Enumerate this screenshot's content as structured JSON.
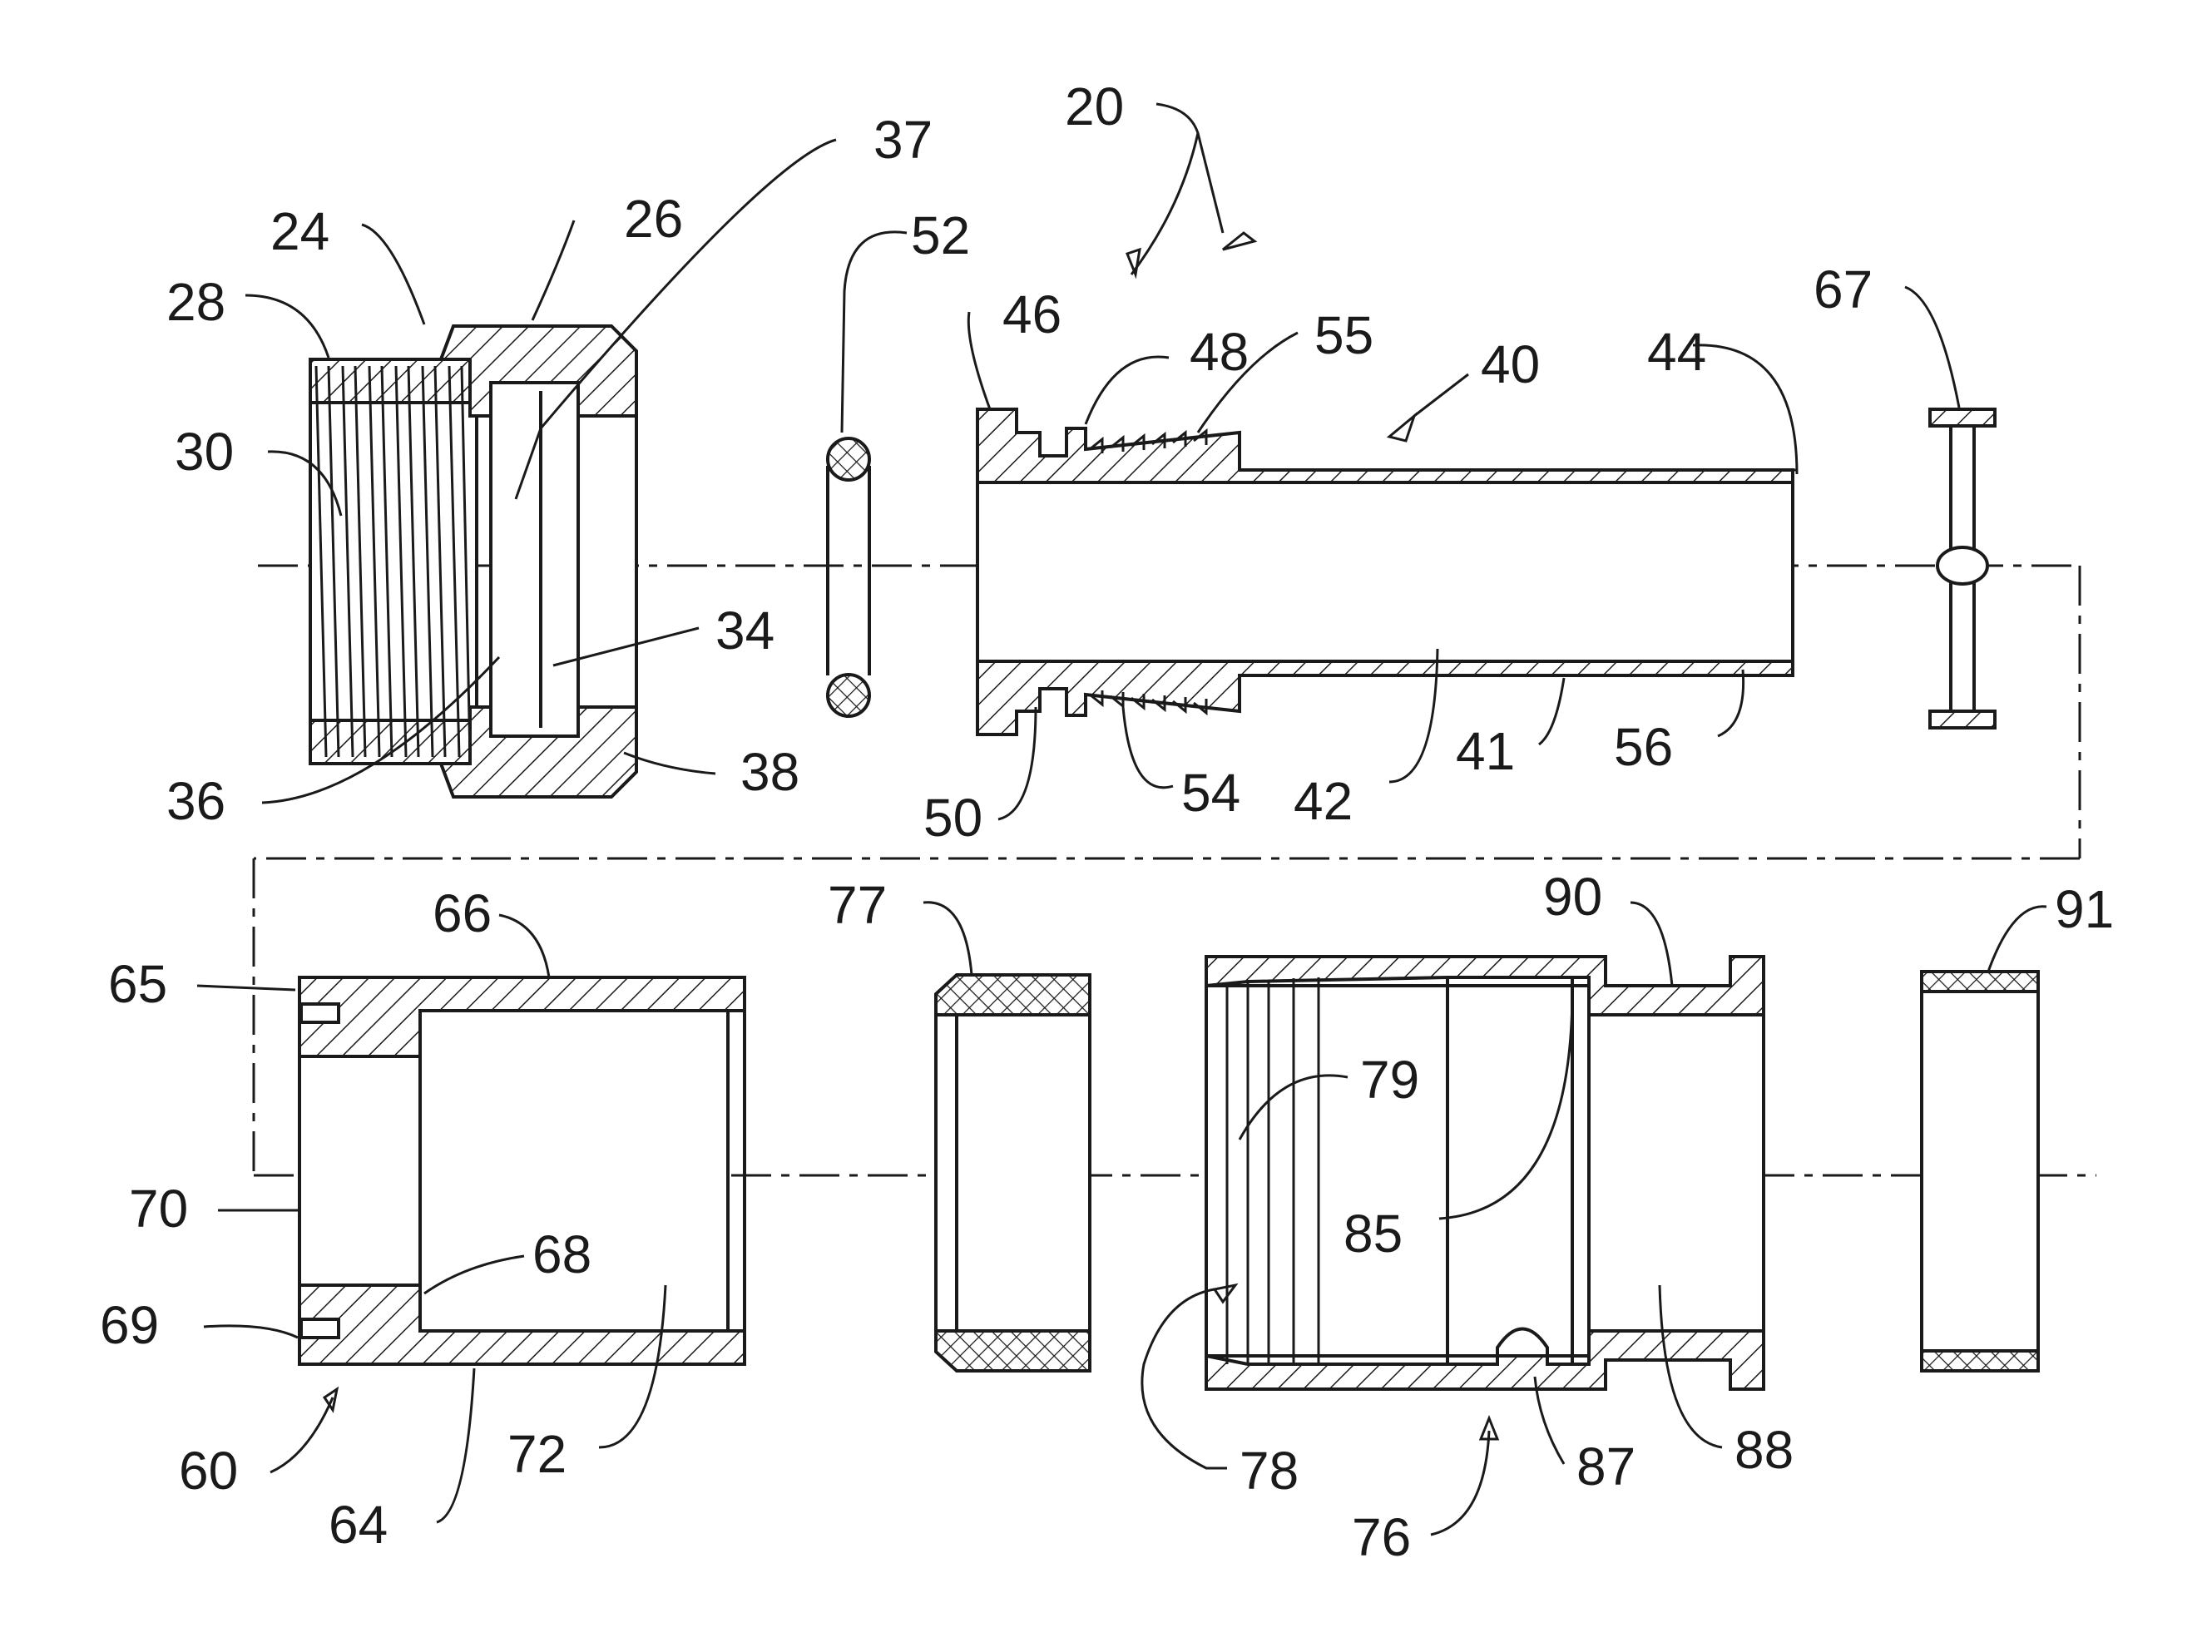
{
  "figure": {
    "labels": {
      "l20": "20",
      "l24": "24",
      "l26": "26",
      "l28": "28",
      "l30": "30",
      "l34": "34",
      "l36": "36",
      "l37": "37",
      "l38": "38",
      "l40": "40",
      "l41": "41",
      "l42": "42",
      "l44": "44",
      "l46": "46",
      "l48": "48",
      "l50": "50",
      "l52": "52",
      "l54": "54",
      "l55": "55",
      "l56": "56",
      "l60": "60",
      "l64": "64",
      "l65": "65",
      "l66": "66",
      "l67": "67",
      "l68": "68",
      "l69": "69",
      "l70": "70",
      "l72": "72",
      "l76": "76",
      "l77": "77",
      "l78": "78",
      "l79": "79",
      "l85": "85",
      "l87": "87",
      "l88": "88",
      "l90": "90",
      "l91": "91"
    }
  }
}
